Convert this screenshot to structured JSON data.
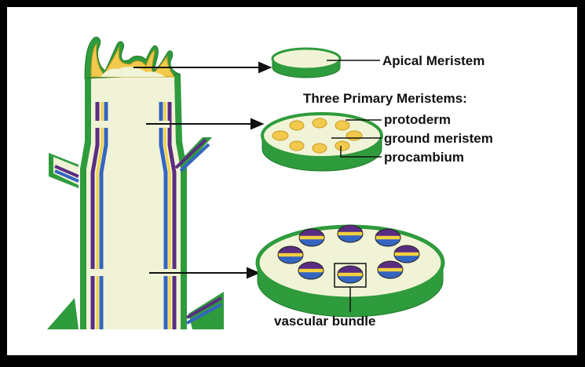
{
  "labels": {
    "apical_meristem": "Apical Meristem",
    "three_primary": "Three Primary Meristems:",
    "protoderm": "protoderm",
    "ground_meristem": "ground meristem",
    "procambium": "procambium",
    "vascular_bundle": "vascular bundle"
  },
  "colors": {
    "frame": "#000000",
    "background": "#ffffff",
    "tissue_green": "#2e9b3c",
    "dark_green": "#1f7a2b",
    "ground_cream": "#f1f3d6",
    "procambium_yellow": "#f2c94c",
    "xylem_purple": "#5b2d82",
    "phloem_blue": "#3465c0",
    "bundle_yellow": "#f4d03f"
  }
}
